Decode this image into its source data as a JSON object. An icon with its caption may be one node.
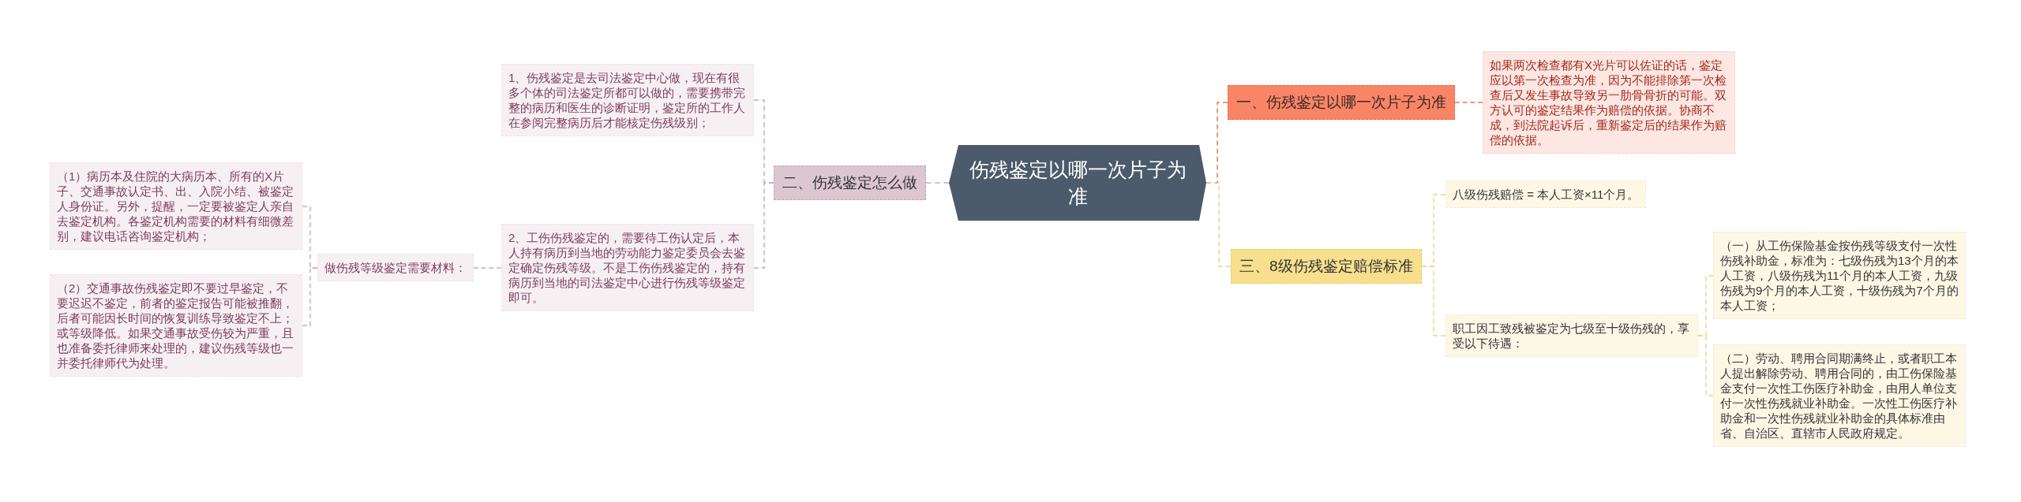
{
  "diagram": {
    "nodes": [
      {
        "text": [
          "伤残鉴定以哪一次片子为准"
        ]
      },
      {
        "text": [
          "一、伤残鉴定以哪一次片子为准"
        ]
      },
      {
        "text": [
          "如果两次检查都有X光片可以佐证的话，鉴定应以第一次检查为准，因为不能排除第一次检查后又发生事故导致另一肋骨骨折的可能。双方认可的鉴定结果作为赔偿的依据。协商不成，到法院起诉后，重新鉴定后的结果作为赔偿的依据。"
        ]
      },
      {
        "text": [
          "三、8级伤残鉴定赔偿标准"
        ]
      },
      {
        "text": [
          "八级伤残赔偿 = 本人工资×11个月。"
        ]
      },
      {
        "text": [
          "职工因工致残被鉴定为七级至十级伤残的，享受以下待遇："
        ]
      },
      {
        "text": [
          "（一）从工伤保险基金按伤残等级支付一次性伤残补助金，标准为：七级伤残为13个月的本人工资，八级伤残为11个月的本人工资，九级伤残为9个月的本人工资，十级伤残为7个月的本人工资；"
        ]
      },
      {
        "text": [
          "（二）劳动、聘用合同期满终止，或者职工本人提出解除劳动、聘用合同的，由工伤保险基金支付一次性工伤医疗补助金，由用人单位支付一次性伤残就业补助金。一次性工伤医疗补助金和一次性伤残就业补助金的具体标准由省、自治区、直辖市人民政府规定。"
        ]
      },
      {
        "text": [
          "二、伤残鉴定怎么做"
        ]
      },
      {
        "text": [
          "1、伤残鉴定是去司法鉴定中心做，现在有很多个体的司法鉴定所都可以做的，需要携带完整的病历和医生的诊断证明，鉴定所的工作人在参阅完整病历后才能核定伤残级别；"
        ]
      },
      {
        "text": [
          "2、工伤伤残鉴定的，需要待工伤认定后，本人持有病历到当地的劳动能力鉴定委员会去鉴定确定伤残等级。不是工伤伤残鉴定的，持有病历到当地的司法鉴定中心进行伤残等级鉴定即可。"
        ]
      },
      {
        "text": [
          "做伤残等级鉴定需要材料："
        ]
      },
      {
        "text": [
          "（1）病历本及住院的大病历本、所有的X片子、交通事故认定书、出、入院小结、被鉴定人身份证。另外，提醒，一定要被鉴定人亲自去鉴定机构。各鉴定机构需要的材料有细微差别，建议电话咨询鉴定机构；"
        ]
      },
      {
        "text": [
          "（2）交通事故伤残鉴定即不要过早鉴定，不要迟迟不鉴定，前者的鉴定报告可能被推翻，后者可能因长时间的恢复训练导致鉴定不上；或等级降低。如果交通事故受伤较为严重，且也准备委托律师来处理的，建议伤残等级也一并委托律师代为处理。"
        ]
      }
    ],
    "edges": [
      {
        "from": 0,
        "to": 1,
        "arrow": "none",
        "style": "dashed",
        "color": "#e8755c"
      },
      {
        "from": 1,
        "to": 2,
        "arrow": "none",
        "style": "dashed",
        "color": "#e8755c"
      },
      {
        "from": 0,
        "to": 3,
        "arrow": "none",
        "style": "dashed",
        "color": "#eed384"
      },
      {
        "from": 3,
        "to": 4,
        "arrow": "none",
        "style": "dashed",
        "color": "#eed384"
      },
      {
        "from": 3,
        "to": 5,
        "arrow": "none",
        "style": "dashed",
        "color": "#eed384"
      },
      {
        "from": 5,
        "to": 6,
        "arrow": "none",
        "style": "dashed",
        "color": "#eed384"
      },
      {
        "from": 5,
        "to": 7,
        "arrow": "none",
        "style": "dashed",
        "color": "#eed384"
      },
      {
        "from": 0,
        "to": 8,
        "arrow": "none",
        "style": "dashed",
        "color": "#c9adba"
      },
      {
        "from": 8,
        "to": 9,
        "arrow": "none",
        "style": "dashed",
        "color": "#c9adba"
      },
      {
        "from": 8,
        "to": 10,
        "arrow": "none",
        "style": "dashed",
        "color": "#c9adba"
      },
      {
        "from": 10,
        "to": 11,
        "arrow": "none",
        "style": "dashed",
        "color": "#c9adba"
      },
      {
        "from": 11,
        "to": 12,
        "arrow": "none",
        "style": "dashed",
        "color": "#c9adba"
      },
      {
        "from": 11,
        "to": 13,
        "arrow": "none",
        "style": "dashed",
        "color": "#c9adba"
      }
    ]
  }
}
